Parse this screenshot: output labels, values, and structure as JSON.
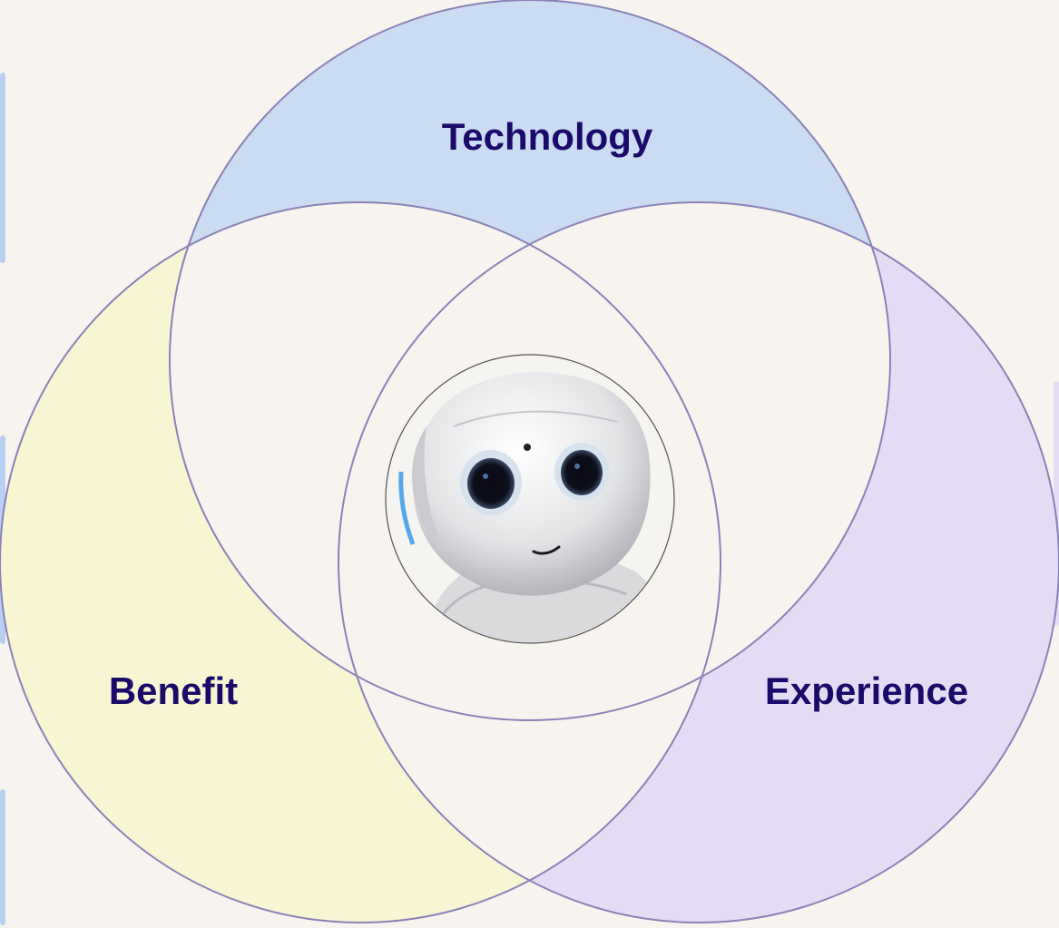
{
  "diagram": {
    "type": "venn",
    "sets": [
      {
        "id": "technology",
        "label": "Technology",
        "color": "#cbdbf2"
      },
      {
        "id": "benefit",
        "label": "Benefit",
        "color": "#f8f5d3"
      },
      {
        "id": "experience",
        "label": "Experience",
        "color": "#e3dcf4"
      }
    ],
    "overlap_color": "#f7f4ef",
    "outline_color": "#8a82b8",
    "center_icon": "robot-face-icon"
  }
}
